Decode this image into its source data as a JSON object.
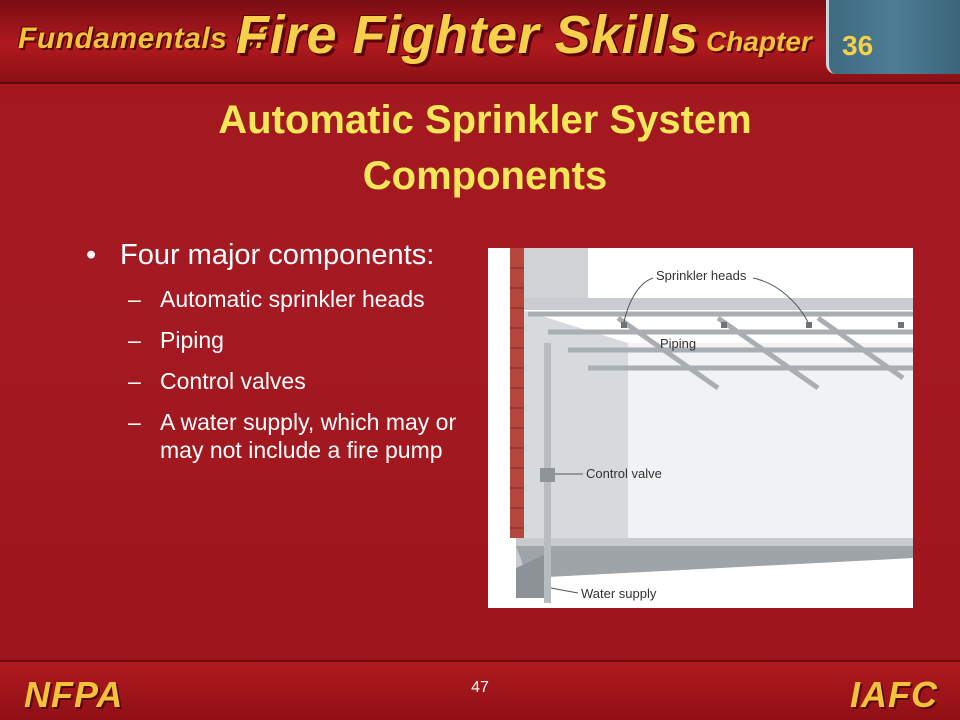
{
  "header": {
    "brand_prefix": "Fundamentals of",
    "brand_title": "Fire Fighter Skills",
    "chapter_label": "Chapter",
    "chapter_number": "36"
  },
  "slide": {
    "title_line1": "Automatic Sprinkler System",
    "title_line2": "Components",
    "bullet": "Four major components:",
    "sub_items": [
      "Automatic sprinkler heads",
      "Piping",
      "Control valves",
      "A water supply, which may or may not include a fire pump"
    ]
  },
  "diagram": {
    "labels": {
      "sprinkler_heads": "Sprinkler heads",
      "piping": "Piping",
      "control_valve": "Control valve",
      "water_supply": "Water supply"
    }
  },
  "footer": {
    "left_logo": "NFPA",
    "page_number": "47",
    "right_logo": "IAFC"
  },
  "colors": {
    "background_red": "#a3161d",
    "title_yellow": "#f5e858",
    "brand_gold": "#f2c33a",
    "chapter_tab_blue": "#4d7d95"
  }
}
